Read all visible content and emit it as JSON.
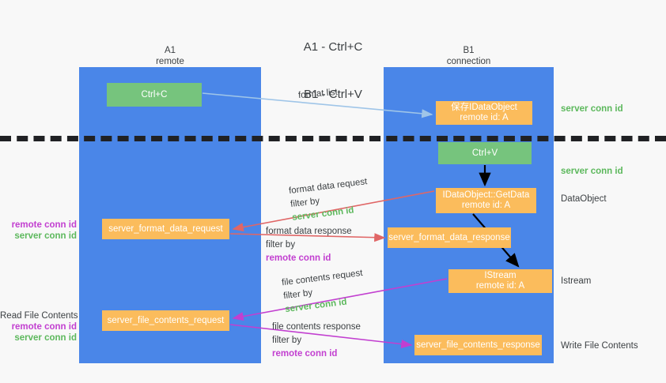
{
  "title": {
    "line1": "A1 - Ctrl+C",
    "line2": "B1 - Ctrl+V"
  },
  "lanes": [
    {
      "name": "A1",
      "sub": "remote",
      "color": "#4a86e8"
    },
    {
      "name": "B1",
      "sub": "connection",
      "color": "#4a86e8"
    }
  ],
  "colors": {
    "lane": "#4a86e8",
    "green_box": "#76c47d",
    "orange_box": "#fbbc5c",
    "server_conn": "#5cb85c",
    "remote_conn": "#c23fd0",
    "arrow_blue": "#9fc5e8",
    "arrow_red": "#e06666",
    "arrow_magenta": "#c23fd0",
    "arrow_black": "#000000",
    "separator": "#202124"
  },
  "boxes": {
    "ctrl_c": {
      "l1": "Ctrl+C",
      "l2": ""
    },
    "save_idataobject": {
      "l1": "保存IDataObject",
      "l2": "remote id: A"
    },
    "ctrl_v": {
      "l1": "Ctrl+V",
      "l2": ""
    },
    "getdata": {
      "l1": "IDataObject::GetData",
      "l2": "remote id: A"
    },
    "server_format_data_request": {
      "l1": "server_format_data_request",
      "l2": ""
    },
    "server_format_data_response": {
      "l1": "server_format_data_response",
      "l2": ""
    },
    "istream": {
      "l1": "IStream",
      "l2": "remote id: A"
    },
    "server_file_contents_request": {
      "l1": "server_file_contents_request",
      "l2": ""
    },
    "server_file_contents_response": {
      "l1": "server_file_contents_response",
      "l2": ""
    }
  },
  "right_labels": {
    "server_conn_id_1": "server conn id",
    "server_conn_id_2": "server conn id",
    "dataobject": "DataObject",
    "istream": "Istream",
    "write_file_contents": "Write File Contents"
  },
  "left_labels": {
    "group1": {
      "remote": "remote conn id",
      "server": "server conn id"
    },
    "group2": {
      "title": "Read File Contents",
      "remote": "remote conn id",
      "server": "server conn id"
    }
  },
  "annotations": {
    "format_list": {
      "line1": "format list"
    },
    "format_data_request": {
      "line1": "format data request",
      "filter_prefix": "filter by ",
      "filter_value": "server conn id",
      "filter_kind": "server"
    },
    "format_data_response": {
      "line1": "format data response",
      "filter_prefix": "filter by ",
      "filter_value": "remote conn id",
      "filter_kind": "remote"
    },
    "file_contents_request": {
      "line1": "file contents request",
      "filter_prefix": "filter by ",
      "filter_value": "server conn id",
      "filter_kind": "server"
    },
    "file_contents_response": {
      "line1": "file contents response",
      "filter_prefix": "filter by ",
      "filter_value": "remote conn id",
      "filter_kind": "remote"
    }
  }
}
